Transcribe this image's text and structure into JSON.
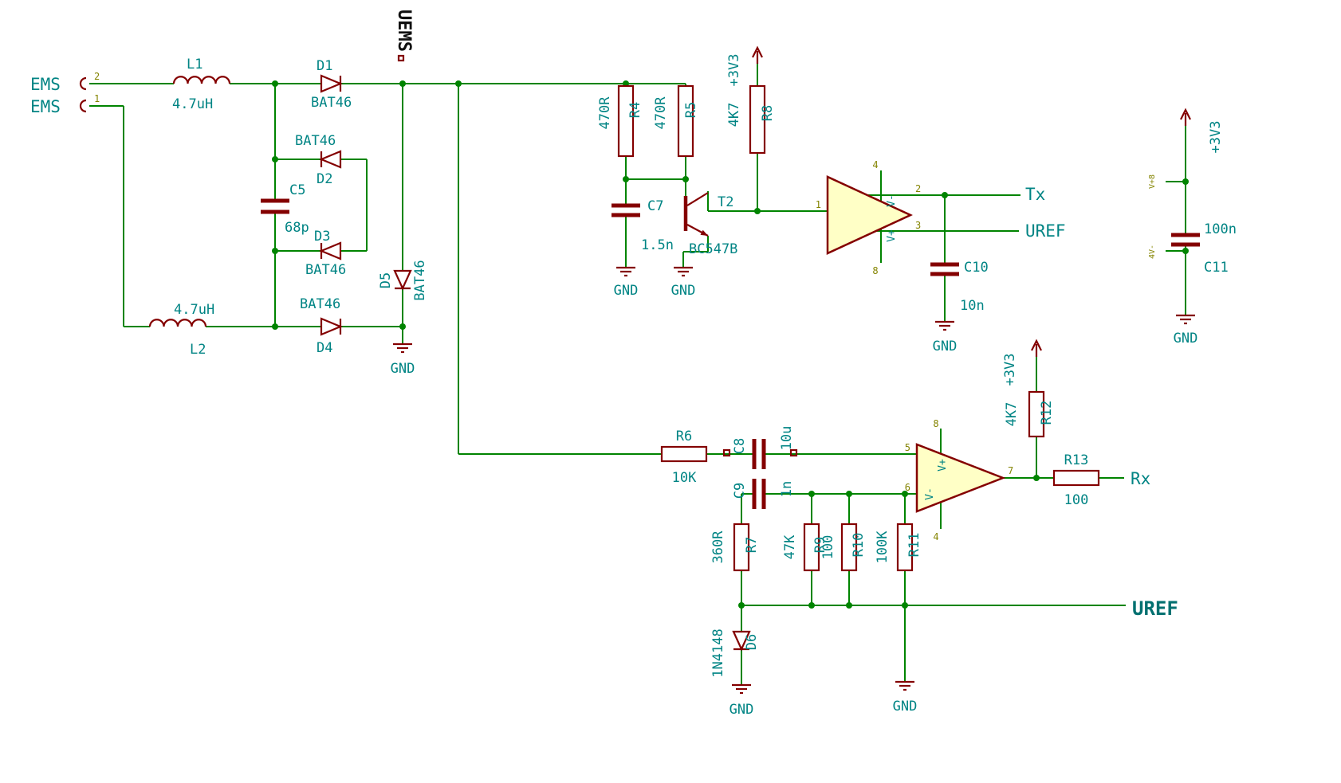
{
  "nets": {
    "uems": "UEMS",
    "tx": "Tx",
    "uref": "UREF",
    "rx": "Rx",
    "ems": "EMS",
    "gnd": "GND",
    "v33": "+3V3"
  },
  "connector": {
    "pin_top": "2",
    "pin_bottom": "1"
  },
  "components": {
    "L1": {
      "ref": "L1",
      "value": "4.7uH"
    },
    "L2": {
      "ref": "L2",
      "value": "4.7uH"
    },
    "D1": {
      "ref": "D1",
      "value": "BAT46"
    },
    "D2": {
      "ref": "D2",
      "value": "BAT46"
    },
    "D3": {
      "ref": "D3",
      "value": "BAT46"
    },
    "D4": {
      "ref": "D4",
      "value": "BAT46"
    },
    "D5": {
      "ref": "D5",
      "value": "BAT46"
    },
    "D6": {
      "ref": "D6",
      "value": "1N4148"
    },
    "C5": {
      "ref": "C5",
      "value": "68p"
    },
    "C7": {
      "ref": "C7",
      "value": "1.5n"
    },
    "C8": {
      "ref": "C8",
      "value": "10u"
    },
    "C9": {
      "ref": "C9",
      "value": "1n"
    },
    "C10": {
      "ref": "C10",
      "value": "10n"
    },
    "C11": {
      "ref": "C11",
      "value": "100n"
    },
    "R4": {
      "ref": "R4",
      "value": "470R"
    },
    "R5": {
      "ref": "R5",
      "value": "470R"
    },
    "R6": {
      "ref": "R6",
      "value": "10K"
    },
    "R7": {
      "ref": "R7",
      "value": "360R"
    },
    "R8": {
      "ref": "R8",
      "value": "4K7"
    },
    "R9": {
      "ref": "R9",
      "value": "47K"
    },
    "R10": {
      "ref": "R10",
      "value": "100"
    },
    "R11": {
      "ref": "R11",
      "value": "100K"
    },
    "R12": {
      "ref": "R12",
      "value": "4K7"
    },
    "R13": {
      "ref": "R13",
      "value": "100"
    },
    "T2": {
      "ref": "T2",
      "value": "BC547B"
    }
  },
  "opamp1": {
    "pin_in": "1",
    "pin_out_a": "2",
    "pin_out_b": "3",
    "pin_top": "4",
    "pin_bottom": "8",
    "vminus": "V-",
    "vplus": "V+"
  },
  "opamp2": {
    "pin_inp": "5",
    "pin_inn": "6",
    "pin_out": "7",
    "pin_top": "8",
    "pin_bottom": "4",
    "vminus": "V-",
    "vplus": "V+"
  },
  "power_unit": {
    "vp": "V+8",
    "vm": "4V-"
  }
}
